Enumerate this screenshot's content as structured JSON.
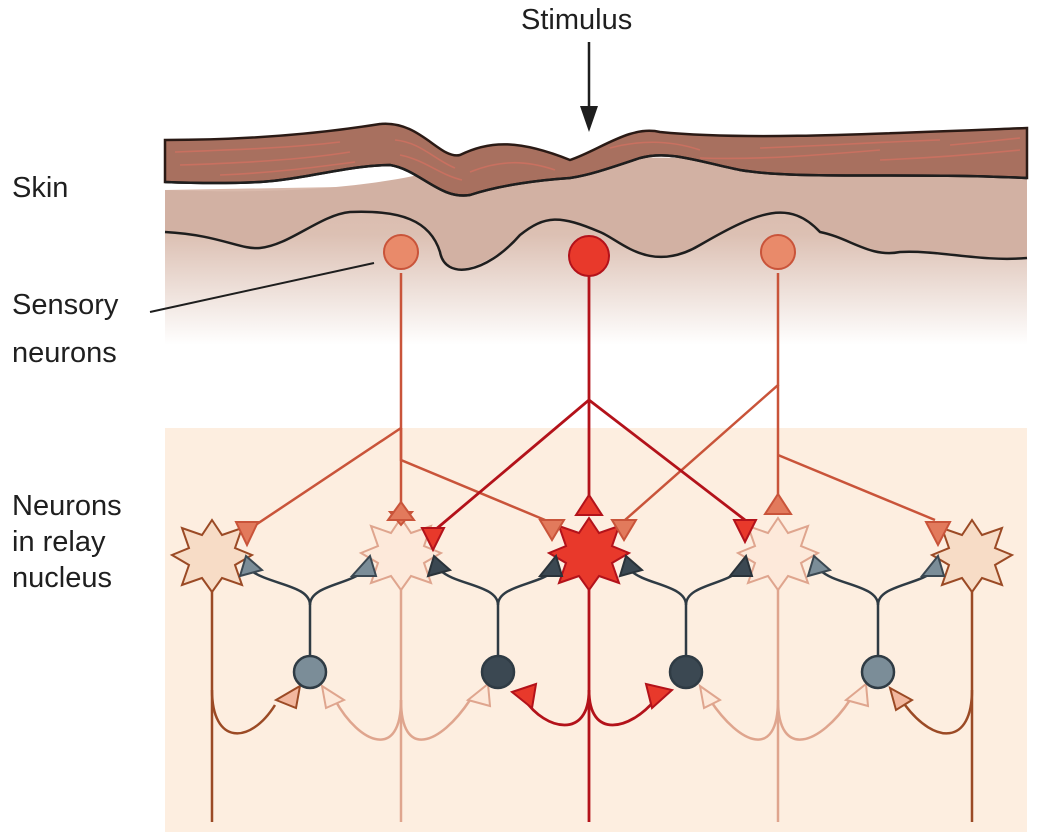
{
  "labels": {
    "stimulus": "Stimulus",
    "skin": "Skin",
    "sensory_line1": "Sensory",
    "sensory_line2": "neurons",
    "relay_line1": "Neurons",
    "relay_line2": "in relay",
    "relay_line3": "nucleus"
  },
  "colors": {
    "active": "#e8392b",
    "active_dark": "#b3121a",
    "weak": "#e98a6a",
    "weak_stroke": "#c9543a",
    "inactive_fill": "#fde9da",
    "inactive_stroke": "#dfa58e",
    "edge_fill": "#f7dcc6",
    "edge_stroke": "#9b4a25",
    "inhibitory_strong": "#3b4852",
    "inhibitory_weak": "#7b8d98",
    "skin_epidermis": "#a87060",
    "skin_dermis": "#d4b3a4",
    "relay_background": "#fdeee0"
  }
}
